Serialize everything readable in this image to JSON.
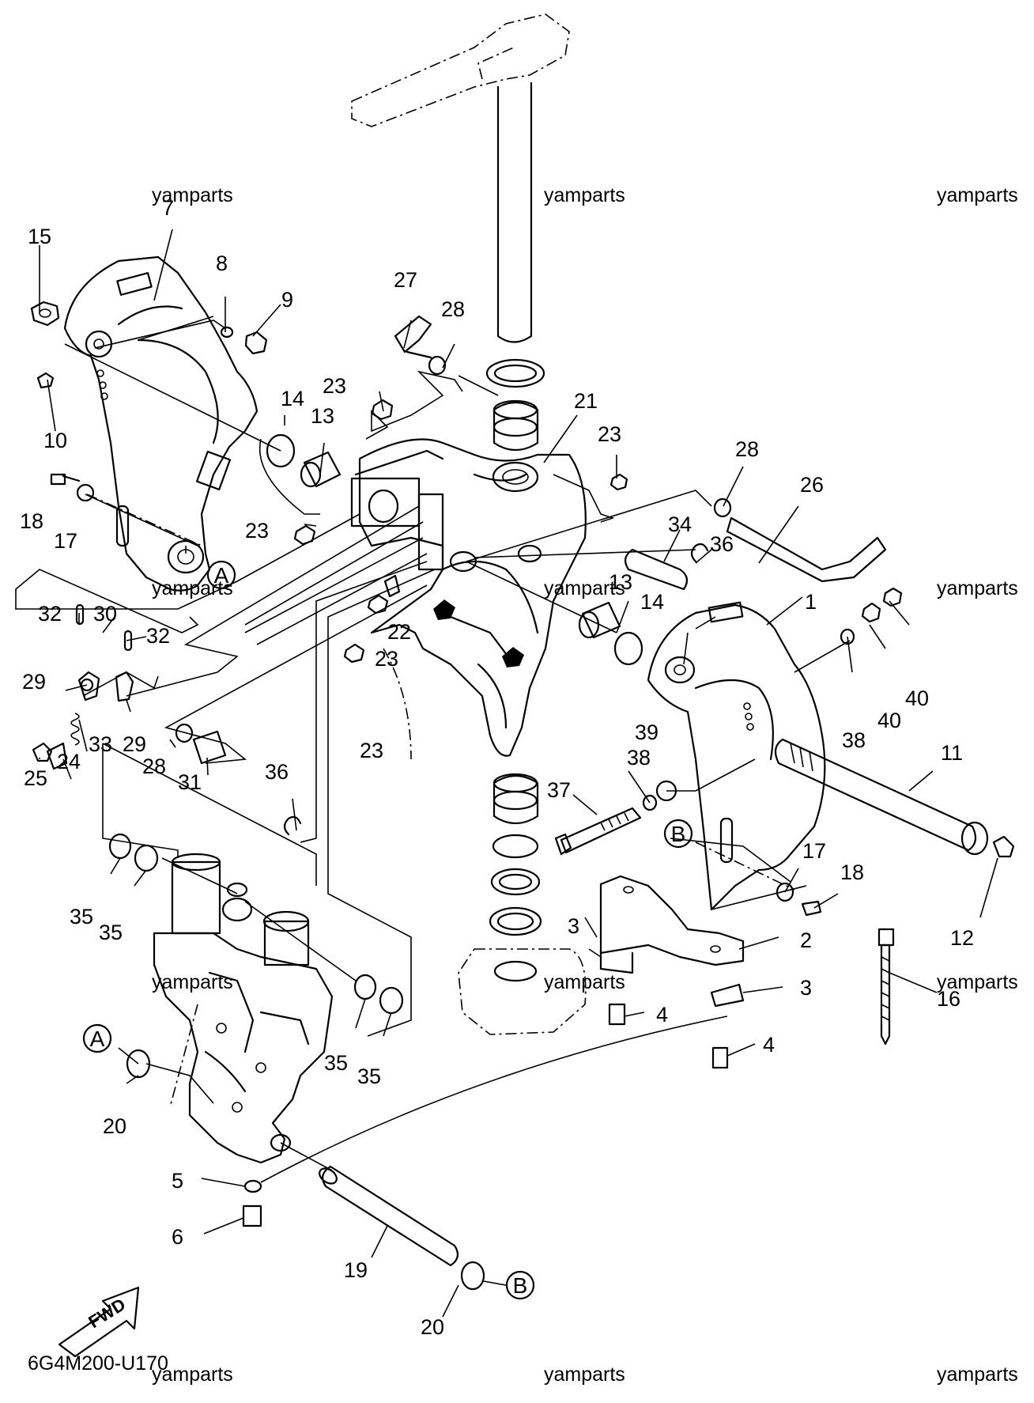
{
  "watermark": "yamparts",
  "diagram_code": "6G4M200-U170",
  "direction_label": "FWD",
  "ref_marks": [
    "A",
    "B"
  ],
  "callouts": [
    "1",
    "2",
    "3",
    "4",
    "5",
    "6",
    "7",
    "8",
    "9",
    "10",
    "11",
    "12",
    "13",
    "14",
    "15",
    "16",
    "17",
    "18",
    "19",
    "20",
    "21",
    "22",
    "23",
    "24",
    "25",
    "26",
    "27",
    "28",
    "29",
    "30",
    "31",
    "32",
    "33",
    "34",
    "35",
    "36",
    "37",
    "38",
    "39",
    "40"
  ]
}
